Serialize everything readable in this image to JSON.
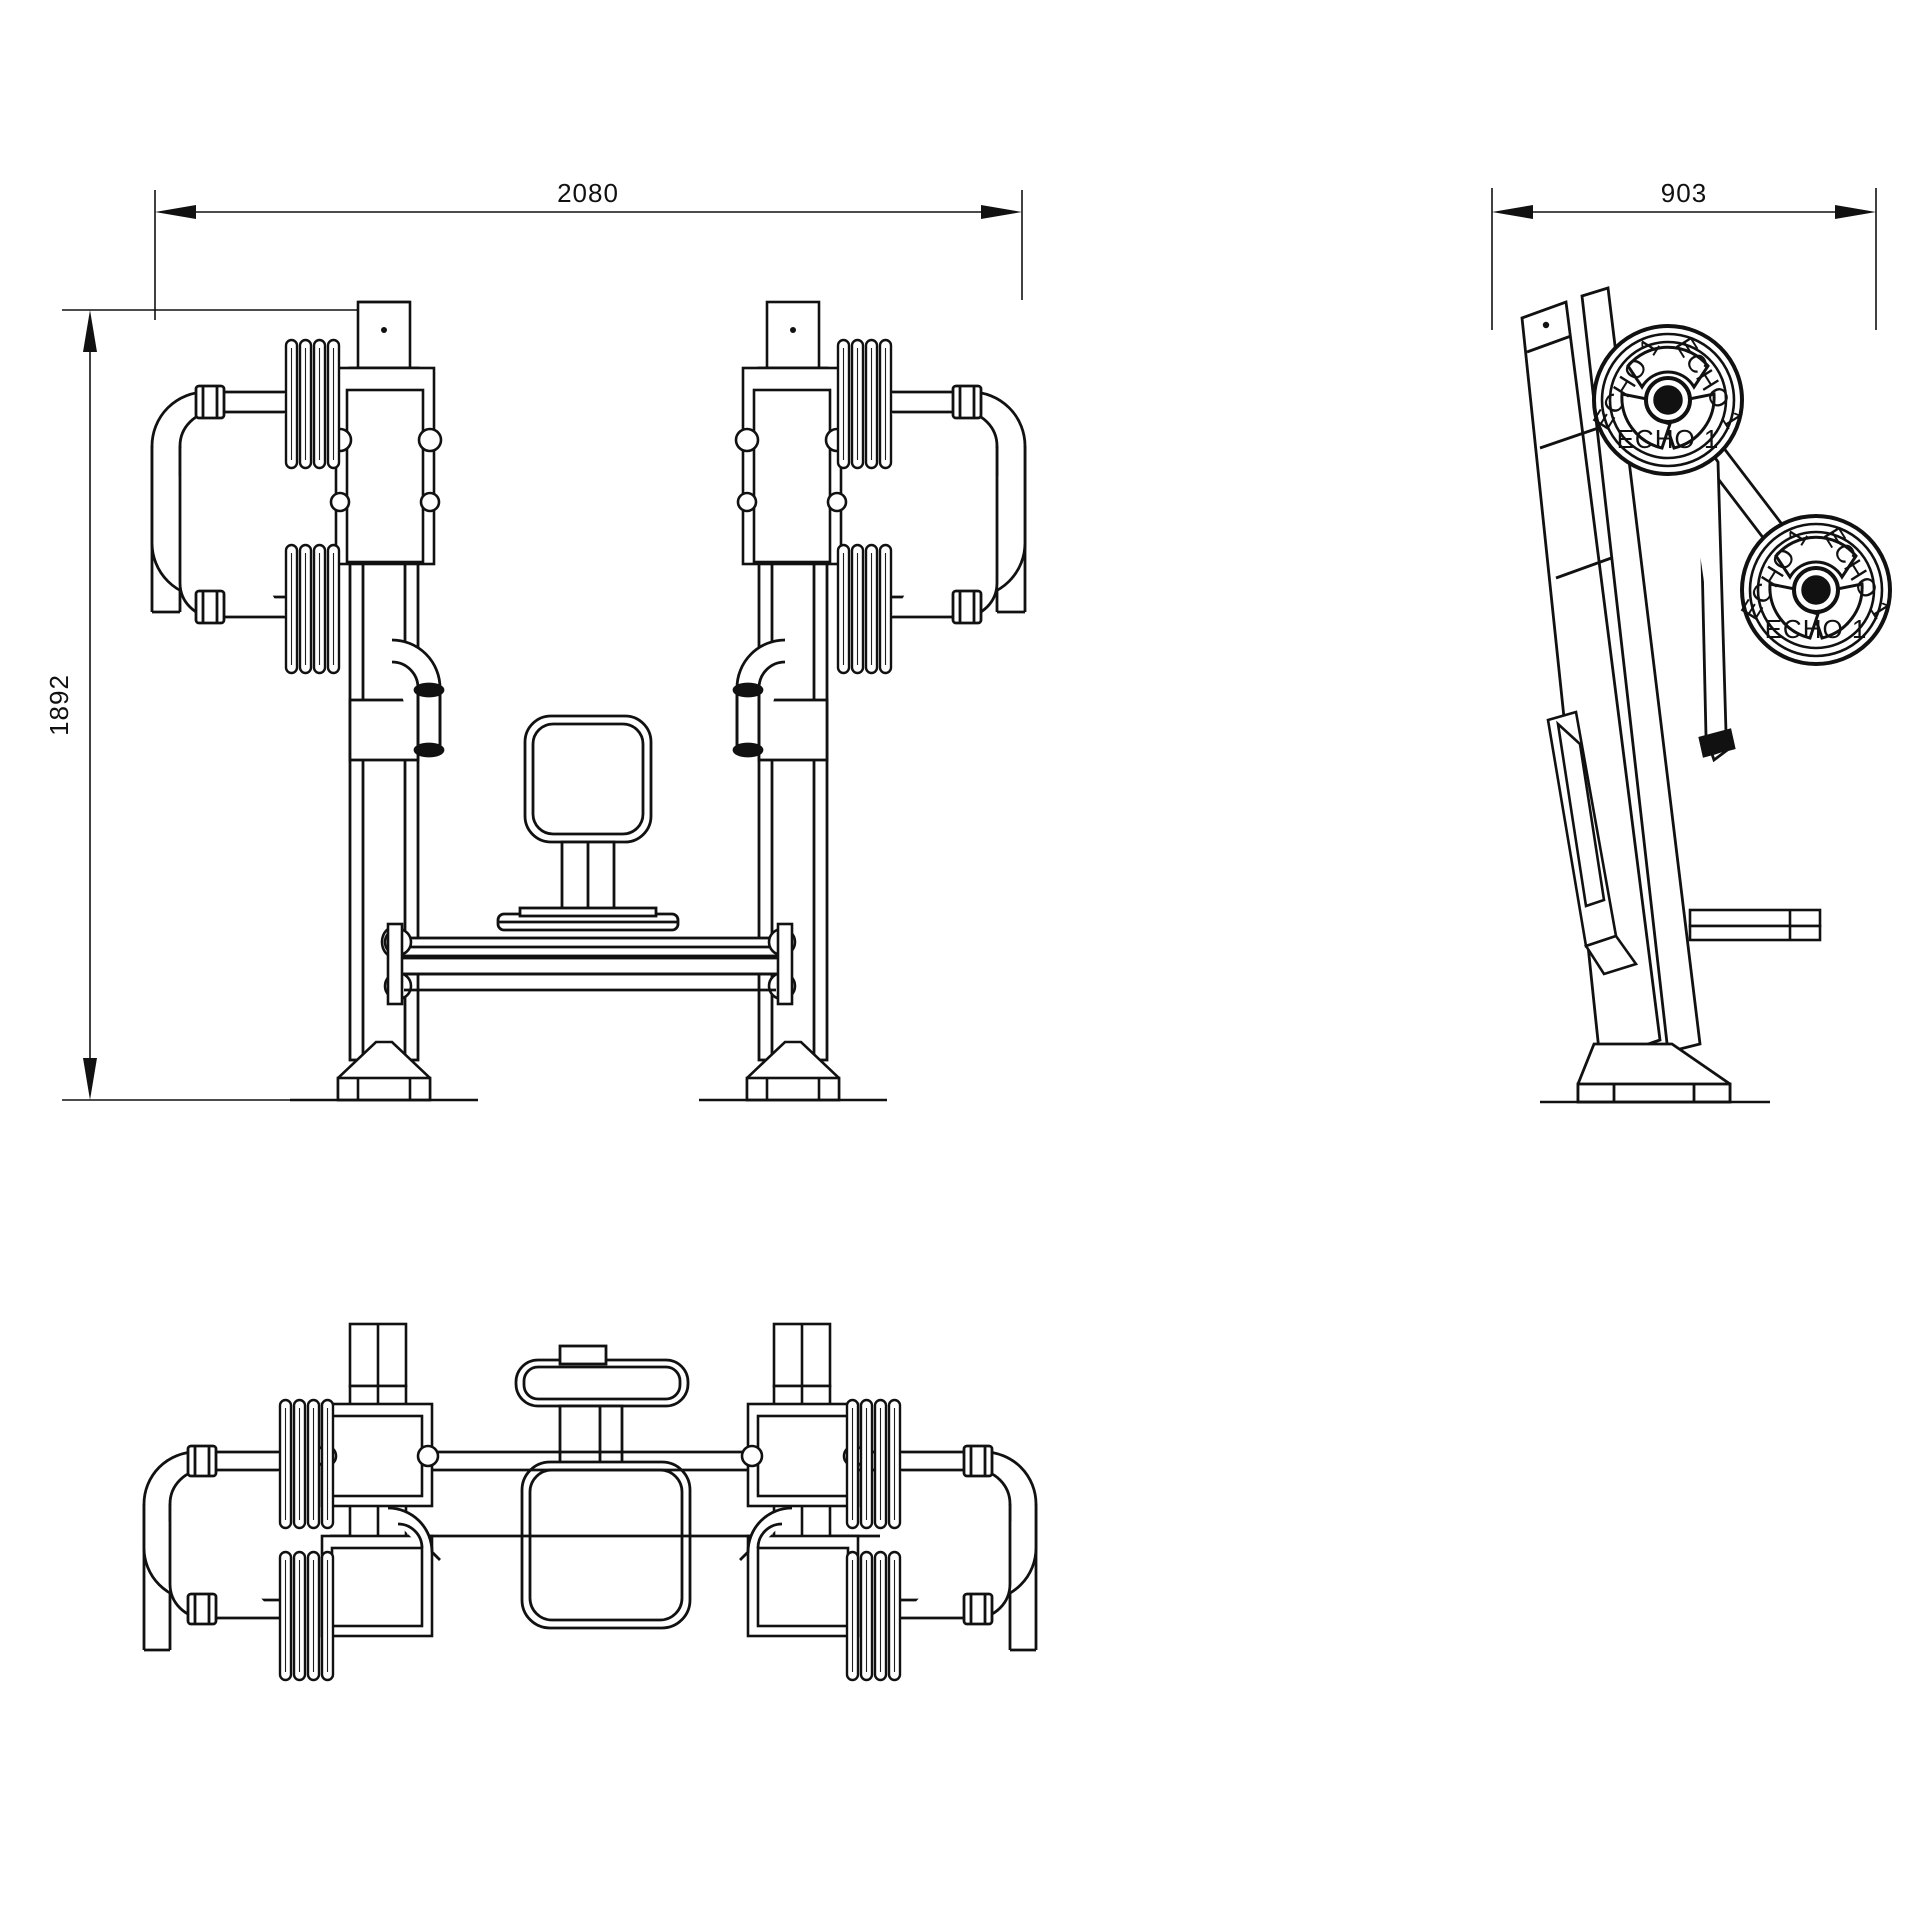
{
  "drawing": {
    "type": "orthographic-technical-drawing",
    "subject": "outdoor-fitness-chest-press-station",
    "background_color": "#ffffff",
    "line_color": "#111111",
    "units": "mm"
  },
  "dimensions": {
    "overall_width": "2080",
    "overall_height": "1892",
    "overall_depth": "903"
  },
  "views": [
    {
      "id": "front",
      "label": "front-elevation"
    },
    {
      "id": "side",
      "label": "side-elevation"
    },
    {
      "id": "top",
      "label": "top-plan-view"
    }
  ],
  "plate_markings": {
    "hub_label": "ECHO 1",
    "spoke_label_left": "ECHO 1",
    "spoke_label_right": "ECHO 1"
  },
  "components": {
    "weight_stack": "weight-plate-stack",
    "handle": "press-handle-bar",
    "seat": "seat-pad",
    "backrest": "backrest-pad",
    "post": "vertical-support-post",
    "base_plate": "floor-mount-base-plate",
    "crossbar": "lower-cross-bar",
    "grip": "vertical-hand-grip",
    "barbell": "loaded-barbell-arm"
  }
}
